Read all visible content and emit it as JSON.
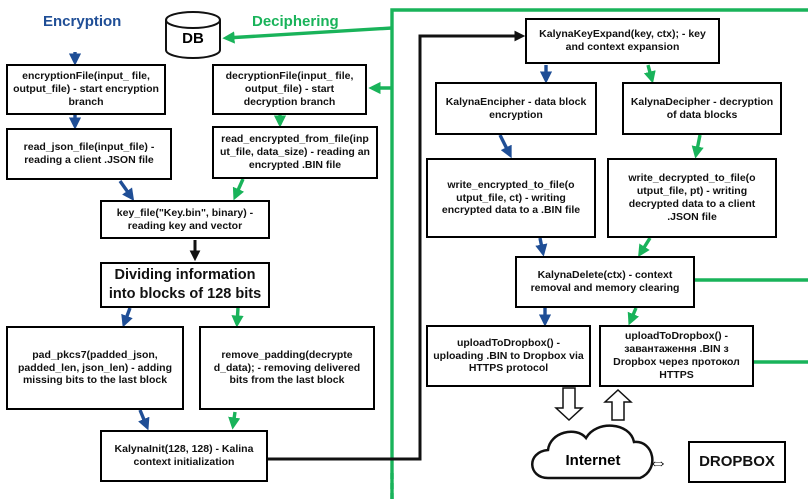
{
  "colors": {
    "encryption": "#1f4e96",
    "decryption": "#19b35a",
    "neutral": "#111111",
    "background": "#ffffff"
  },
  "headers": {
    "encryption": "Encryption",
    "deciphering": "Deciphering"
  },
  "db_label": "DB",
  "nodes": {
    "encryption_file": "encryptionFile(input_ file, output_file) - start encryption branch",
    "decryption_file": "decryptionFile(input_ file, output_file) - start decryption branch",
    "read_json": "read_json_file(input_file) - reading a client .JSON file",
    "read_encrypted": "read_encrypted_from_file(inp ut_file, data_size) - reading an encrypted .BIN file",
    "key_file": "key_file(\"Key.bin\", binary) - reading key and vector",
    "dividing": "Dividing information into blocks of 128 bits",
    "pad_pkcs7": "pad_pkcs7(padded_json, padded_len, json_len) - adding missing bits to the last block",
    "remove_padding": "remove_padding(decrypte d_data); - removing delivered bits from the last block",
    "kalyna_init": "KalynaInit(128, 128) - Kalina context initialization",
    "kalyna_key_expand": "KalynaKeyExpand(key, ctx); - key and context expansion",
    "kalyna_encipher": "KalynaEncipher - data block encryption",
    "kalyna_decipher": "KalynaDecipher - decryption of data blocks",
    "write_encrypted": "write_encrypted_to_file(o utput_file, ct) - writing encrypted data to a .BIN file",
    "write_decrypted": "write_decrypted_to_file(o utput_file, pt) - writing decrypted data to a client .JSON file",
    "kalyna_delete": "KalynaDelete(ctx) - context removal and memory clearing",
    "upload_encrypted": "uploadToDropbox() - uploading .BIN to Dropbox via HTTPS protocol",
    "upload_decrypted": "uploadToDropbox() - завантаження .BIN з Dropbox через протокол HTTPS",
    "internet": "Internet",
    "dropbox": "DROPBOX"
  }
}
